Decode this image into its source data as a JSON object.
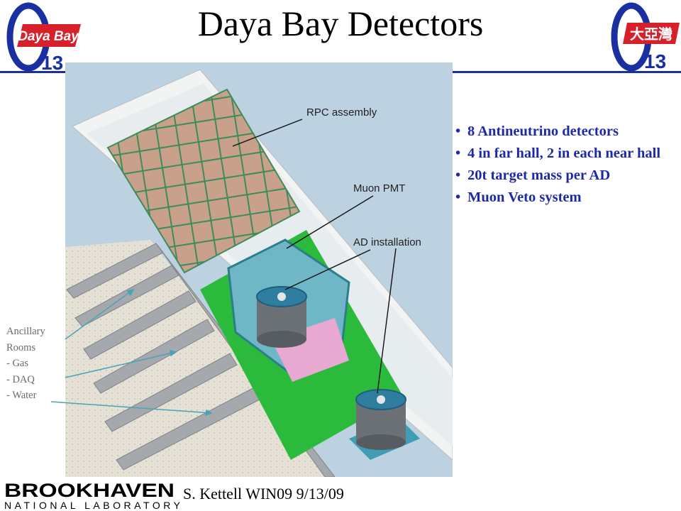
{
  "slide": {
    "title": "Daya Bay Detectors",
    "footer": "S. Kettell WIN09 9/13/09"
  },
  "logos": {
    "left": {
      "word": "Daya Bay",
      "number": "13"
    },
    "right": {
      "word": "大亞灣",
      "number": "13"
    },
    "institution": {
      "line1": "BROOKHAVEN",
      "line2": "NATIONAL LABORATORY"
    }
  },
  "bullets": [
    "8 Antineutrino detectors",
    "4 in far hall, 2 in each near hall",
    "20t target mass per AD",
    "Muon Veto system"
  ],
  "figure": {
    "labels": {
      "rpc": "RPC assembly",
      "muon_pmt": "Muon PMT",
      "ad_installation": "AD installation"
    }
  },
  "ancillary": {
    "lines": [
      "Ancillary",
      "Rooms",
      "- Gas",
      "- DAQ",
      "- Water"
    ]
  },
  "colors": {
    "title": "#000000",
    "bullet_text": "#1c2aa8",
    "accent_red": "#d8202a",
    "accent_blue": "#1a2fa0"
  }
}
